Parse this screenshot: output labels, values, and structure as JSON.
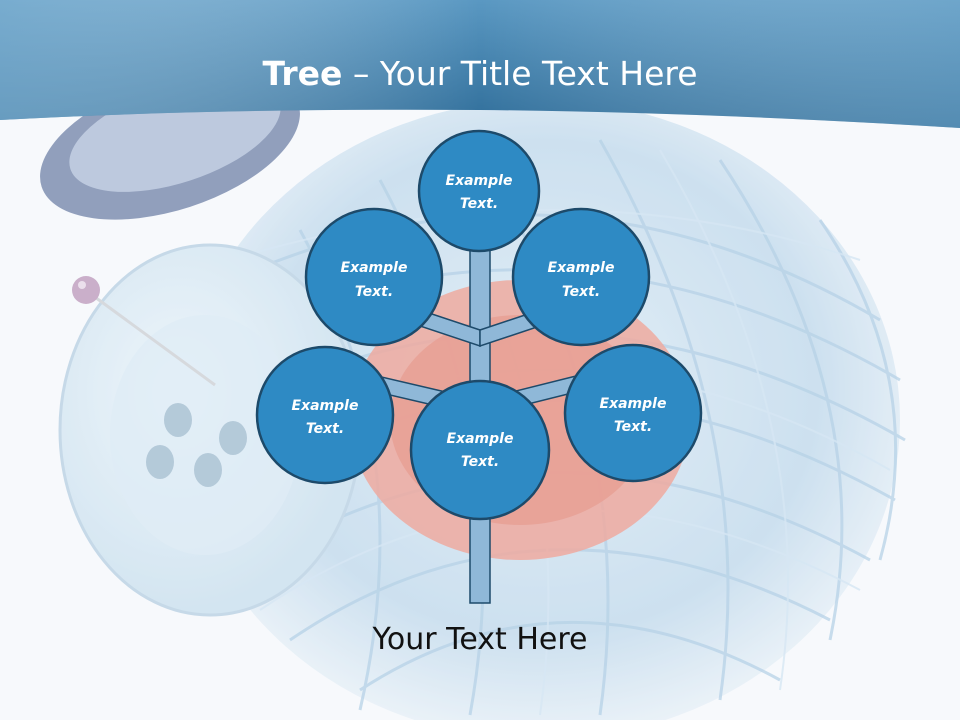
{
  "title": {
    "bold": "Tree",
    "rest": " – Your Title Text Here"
  },
  "nodes": [
    {
      "line1": "Example",
      "line2": "Text."
    },
    {
      "line1": "Example",
      "line2": "Text."
    },
    {
      "line1": "Example",
      "line2": "Text."
    },
    {
      "line1": "Example",
      "line2": "Text."
    },
    {
      "line1": "Example",
      "line2": "Text."
    },
    {
      "line1": "Example",
      "line2": "Text."
    }
  ],
  "footer": "Your Text Here",
  "colors": {
    "header": "#3a7fae",
    "node_fill": "#2e8ac4",
    "node_stroke": "#1d4a6a",
    "branch": "#8fb8d8"
  }
}
